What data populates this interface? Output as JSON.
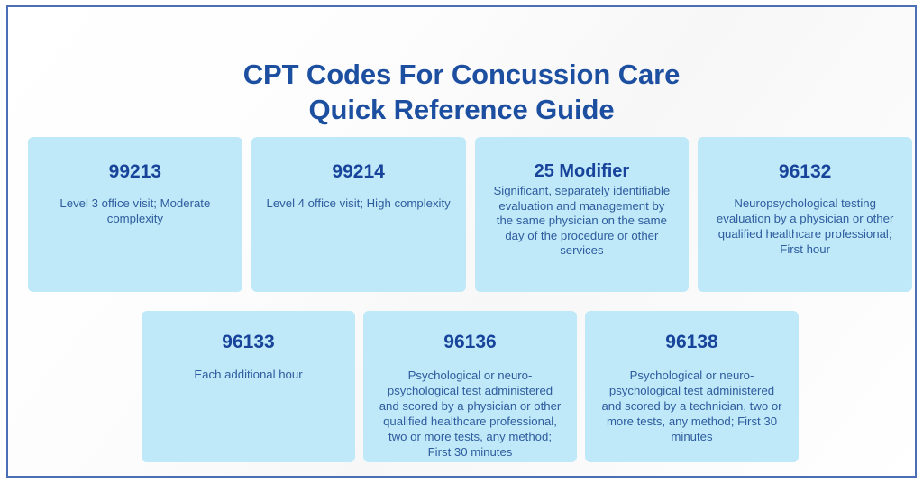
{
  "title": {
    "line1": "CPT Codes For Concussion Care",
    "line2": "Quick Reference Guide"
  },
  "colors": {
    "frame_border": "#4a6fb5",
    "title_text": "#1d4fa0",
    "card_background": "#bfe9f8",
    "card_code_text": "#17439b",
    "card_description_text": "#2e5c9e",
    "page_background": "#ffffff"
  },
  "rows": [
    {
      "cards": [
        {
          "code": "99213",
          "description": "Level 3 office visit; Moderate complexity",
          "tight": false
        },
        {
          "code": "99214",
          "description": "Level 4 office visit; High complexity",
          "tight": false
        },
        {
          "code": "25 Modifier",
          "description": "Significant, separately identifiable evaluation and management by the same physician on the same day of the procedure or other services",
          "tight": true
        },
        {
          "code": "96132",
          "description": "Neuropsychological testing evaluation by a physician or other qualified healthcare professional; First hour",
          "tight": false
        }
      ]
    },
    {
      "cards": [
        {
          "code": "96133",
          "description": "Each additional hour",
          "tight": false
        },
        {
          "code": "96136",
          "description": "Psychological or neuro-psychological test administered and scored by a physician or other qualified healthcare professional, two or more tests, any method; First 30 minutes",
          "tight": false
        },
        {
          "code": "96138",
          "description": "Psychological or neuro-psychological test administered and scored by a technician, two or more tests, any method; First 30 minutes",
          "tight": false
        }
      ]
    }
  ]
}
